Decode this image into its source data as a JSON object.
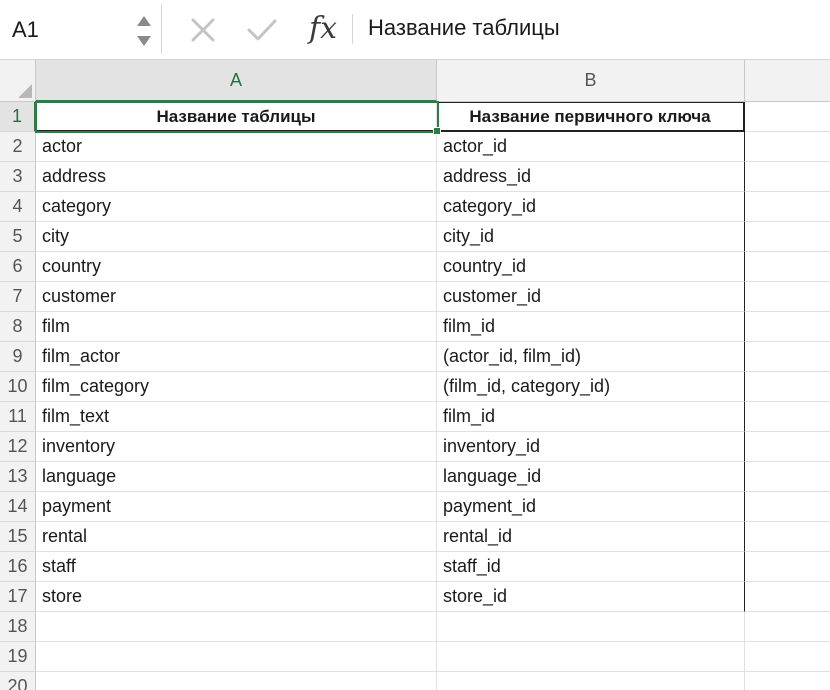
{
  "formula_bar": {
    "name_box": "A1",
    "fx_label": "fx",
    "content": "Название таблицы"
  },
  "columns": [
    {
      "label": "A"
    },
    {
      "label": "B"
    }
  ],
  "rows": [
    {
      "n": "1",
      "a": "Название таблицы",
      "b": "Название первичного ключа"
    },
    {
      "n": "2",
      "a": "actor",
      "b": "actor_id"
    },
    {
      "n": "3",
      "a": "address",
      "b": "address_id"
    },
    {
      "n": "4",
      "a": "category",
      "b": "category_id"
    },
    {
      "n": "5",
      "a": "city",
      "b": "city_id"
    },
    {
      "n": "6",
      "a": "country",
      "b": "country_id"
    },
    {
      "n": "7",
      "a": "customer",
      "b": "customer_id"
    },
    {
      "n": "8",
      "a": "film",
      "b": "film_id"
    },
    {
      "n": "9",
      "a": "film_actor",
      "b": "(actor_id, film_id)"
    },
    {
      "n": "10",
      "a": "film_category",
      "b": "(film_id, category_id)"
    },
    {
      "n": "11",
      "a": "film_text",
      "b": "film_id"
    },
    {
      "n": "12",
      "a": "inventory",
      "b": "inventory_id"
    },
    {
      "n": "13",
      "a": "language",
      "b": "language_id"
    },
    {
      "n": "14",
      "a": "payment",
      "b": "payment_id"
    },
    {
      "n": "15",
      "a": "rental",
      "b": "rental_id"
    },
    {
      "n": "16",
      "a": "staff",
      "b": "staff_id"
    },
    {
      "n": "17",
      "a": "store",
      "b": "store_id"
    },
    {
      "n": "18",
      "a": "",
      "b": ""
    },
    {
      "n": "19",
      "a": "",
      "b": ""
    },
    {
      "n": "20",
      "a": "",
      "b": ""
    }
  ],
  "colors": {
    "selection": "#2f7a45",
    "header_bg": "#f2f2f2"
  }
}
